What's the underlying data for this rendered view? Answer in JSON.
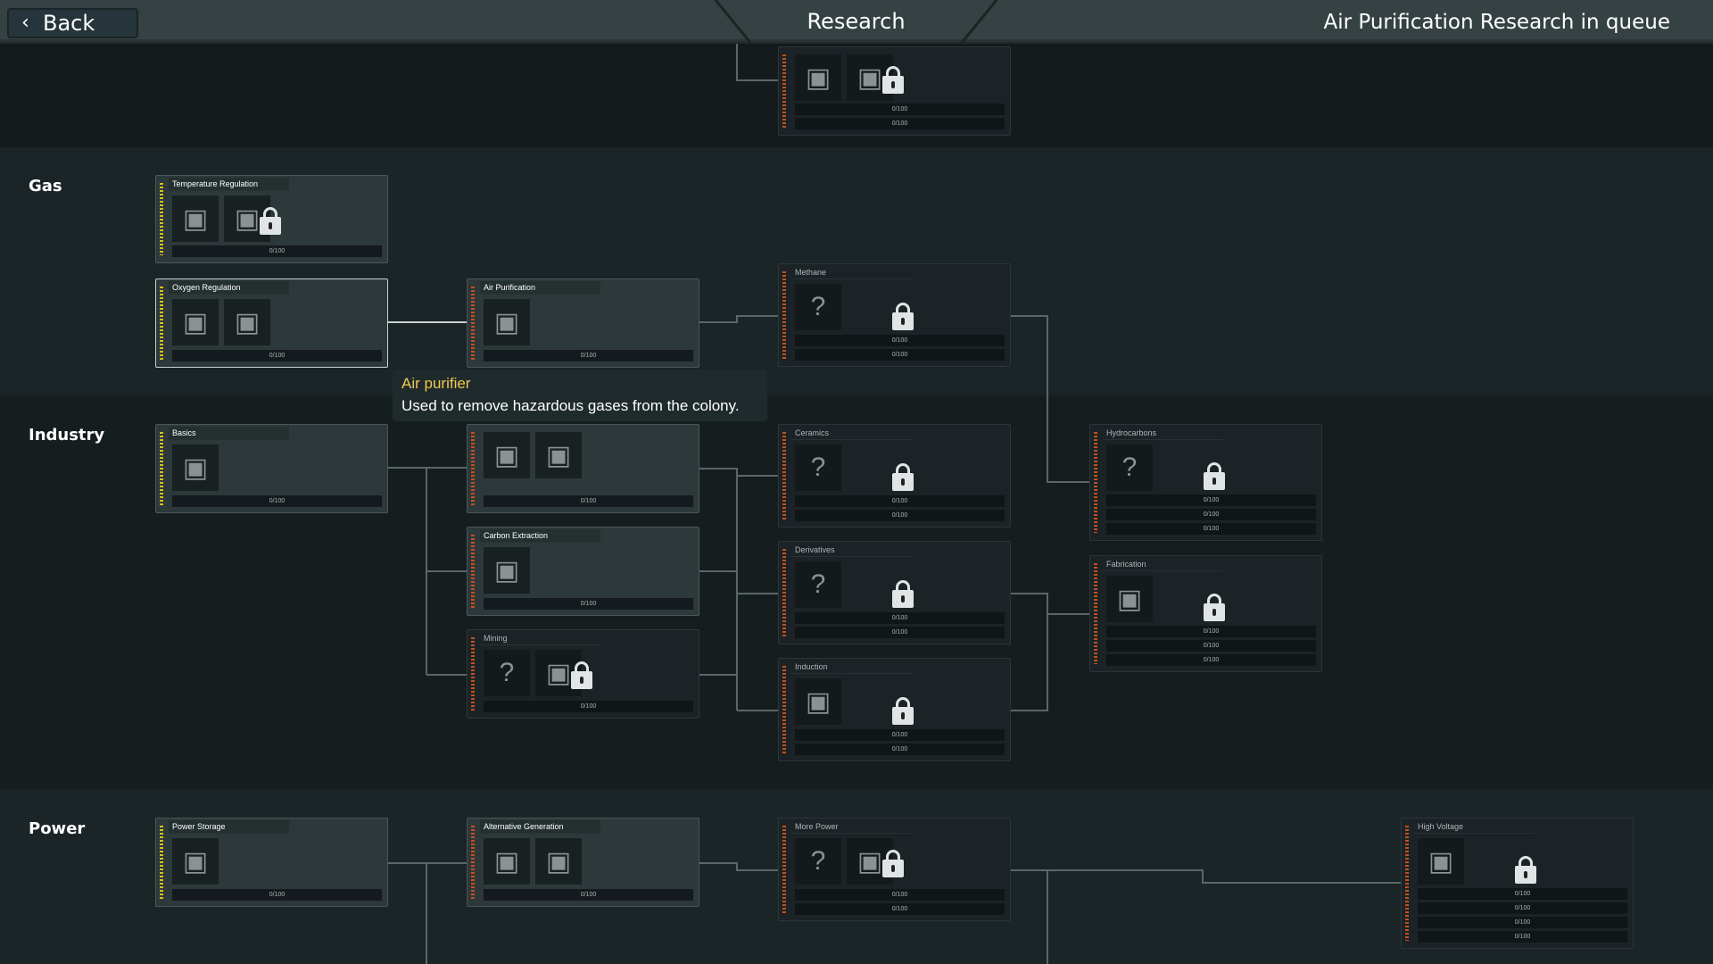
{
  "header": {
    "back_label": "Back",
    "title": "Research",
    "queue_status": "Air Purification Research in queue"
  },
  "categories": [
    "Gas",
    "Industry",
    "Power"
  ],
  "tooltip": {
    "title": "Air purifier",
    "body": "Used to remove hazardous gases from the colony."
  },
  "colors": {
    "accent_yellow": "#f0c850",
    "stripe_available": "#d6c21a",
    "stripe_locked": "#c4501c"
  },
  "nodes": [
    {
      "id": "top-partial",
      "title": "",
      "state": "locked",
      "items": [
        {
          "icon": "generator-icon"
        },
        {
          "icon": "machine-icon",
          "locked": true
        }
      ],
      "node_lock": false,
      "bars": [
        "0/100",
        "0/100"
      ]
    },
    {
      "id": "temperature-regulation",
      "title": "Temperature Regulation",
      "state": "avail-dim",
      "items": [
        {
          "icon": "heater-icon"
        },
        {
          "icon": "liquid-heater-icon",
          "locked": true
        }
      ],
      "bars": [
        "0/100"
      ]
    },
    {
      "id": "oxygen-regulation",
      "title": "Oxygen Regulation",
      "state": "selected",
      "items": [
        {
          "icon": "electrolyzer-icon"
        },
        {
          "icon": "oxygen-diffuser-icon"
        }
      ],
      "bars": [
        "0/100"
      ]
    },
    {
      "id": "air-purification",
      "title": "Air Purification",
      "state": "queued",
      "items": [
        {
          "icon": "air-purifier-icon"
        }
      ],
      "bars": [
        "0/100"
      ]
    },
    {
      "id": "methane",
      "title": "Methane",
      "state": "locked",
      "items": [
        {
          "icon": "unknown-icon"
        }
      ],
      "node_lock": true,
      "bars": [
        "0/100",
        "0/100"
      ]
    },
    {
      "id": "basics",
      "title": "Basics",
      "state": "available",
      "items": [
        {
          "icon": "storage-bin-icon"
        }
      ],
      "bars": [
        "0/100"
      ]
    },
    {
      "id": "industry-hidden",
      "title": "",
      "state": "available2",
      "items": [
        {
          "icon": "kiln-icon"
        },
        {
          "icon": "workbench-icon"
        }
      ],
      "bars": [
        "0/100"
      ]
    },
    {
      "id": "carbon-extraction",
      "title": "Carbon Extraction",
      "state": "available2",
      "items": [
        {
          "icon": "carbon-skimmer-icon"
        }
      ],
      "bars": [
        "0/100"
      ]
    },
    {
      "id": "mining",
      "title": "Mining",
      "state": "locked",
      "items": [
        {
          "icon": "unknown-icon"
        },
        {
          "icon": "auto-miner-icon",
          "locked": true
        }
      ],
      "bars": [
        "0/100"
      ]
    },
    {
      "id": "ceramics",
      "title": "Ceramics",
      "state": "locked",
      "items": [
        {
          "icon": "unknown-icon"
        }
      ],
      "node_lock": true,
      "bars": [
        "0/100",
        "0/100"
      ]
    },
    {
      "id": "derivatives",
      "title": "Derivatives",
      "state": "locked",
      "items": [
        {
          "icon": "unknown-icon"
        }
      ],
      "node_lock": true,
      "bars": [
        "0/100",
        "0/100"
      ]
    },
    {
      "id": "induction",
      "title": "Induction",
      "state": "locked",
      "items": [
        {
          "icon": "induction-machine-icon"
        }
      ],
      "node_lock": true,
      "bars": [
        "0/100",
        "0/100"
      ]
    },
    {
      "id": "hydrocarbons",
      "title": "Hydrocarbons",
      "state": "locked",
      "items": [
        {
          "icon": "unknown-icon"
        }
      ],
      "node_lock": true,
      "bars": [
        "0/100",
        "0/100",
        "0/100"
      ]
    },
    {
      "id": "fabrication",
      "title": "Fabrication",
      "state": "locked",
      "items": [
        {
          "icon": "fabricator-icon"
        }
      ],
      "node_lock": true,
      "bars": [
        "0/100",
        "0/100",
        "0/100"
      ]
    },
    {
      "id": "power-storage",
      "title": "Power Storage",
      "state": "available",
      "items": [
        {
          "icon": "battery-icon"
        }
      ],
      "bars": [
        "0/100"
      ]
    },
    {
      "id": "alternative-generation",
      "title": "Alternative Generation",
      "state": "available2",
      "items": [
        {
          "icon": "turbine-icon"
        },
        {
          "icon": "power-pole-icon"
        }
      ],
      "bars": [
        "0/100"
      ]
    },
    {
      "id": "more-power",
      "title": "More Power",
      "state": "locked",
      "items": [
        {
          "icon": "unknown-icon"
        },
        {
          "icon": "battery-icon",
          "locked": true
        }
      ],
      "bars": [
        "0/100",
        "0/100"
      ]
    },
    {
      "id": "high-voltage",
      "title": "High Voltage",
      "state": "locked",
      "items": [
        {
          "icon": "transformer-icon"
        }
      ],
      "node_lock": true,
      "bars": [
        "0/100",
        "0/100",
        "0/100",
        "0/100"
      ]
    }
  ]
}
